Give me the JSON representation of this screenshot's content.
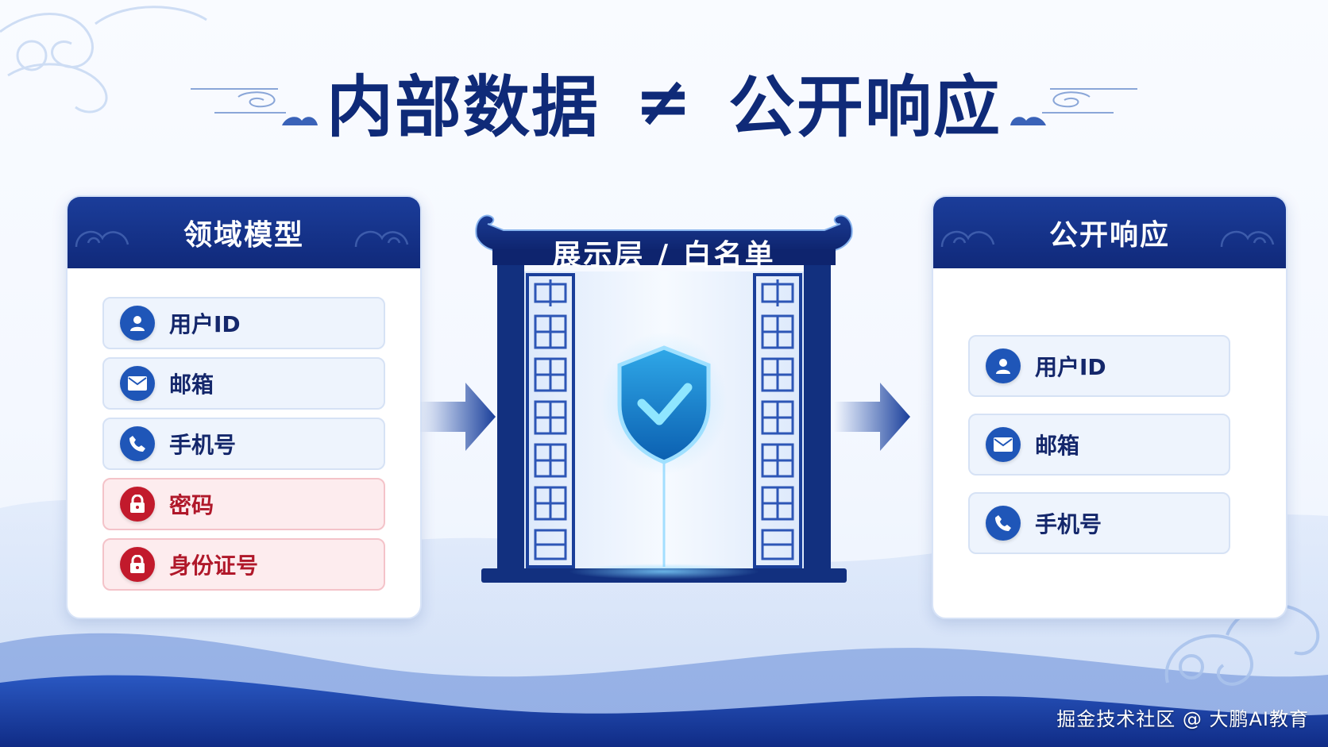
{
  "title": {
    "left": "内部数据",
    "neq": "≠",
    "right": "公开响应"
  },
  "domain_panel": {
    "header": "领域模型",
    "items": [
      {
        "label": "用户ID",
        "icon": "user-icon",
        "sensitive": false
      },
      {
        "label": "邮箱",
        "icon": "mail-icon",
        "sensitive": false
      },
      {
        "label": "手机号",
        "icon": "phone-icon",
        "sensitive": false
      },
      {
        "label": "密码",
        "icon": "lock-icon",
        "sensitive": true
      },
      {
        "label": "身份证号",
        "icon": "lock-icon",
        "sensitive": true
      }
    ]
  },
  "gate": {
    "header": "展示层 / 白名单",
    "icon": "shield-check-icon"
  },
  "public_panel": {
    "header": "公开响应",
    "items": [
      {
        "label": "用户ID",
        "icon": "user-icon"
      },
      {
        "label": "邮箱",
        "icon": "mail-icon"
      },
      {
        "label": "手机号",
        "icon": "phone-icon"
      }
    ]
  },
  "watermark": "掘金技术社区 @ 大鹏AI教育",
  "colors": {
    "navy": "#10297a",
    "item_blue": "#1f56b8",
    "sensitive_red": "#c21a2c",
    "sensitive_bg": "#fdecee",
    "item_bg": "#eef4fd"
  }
}
